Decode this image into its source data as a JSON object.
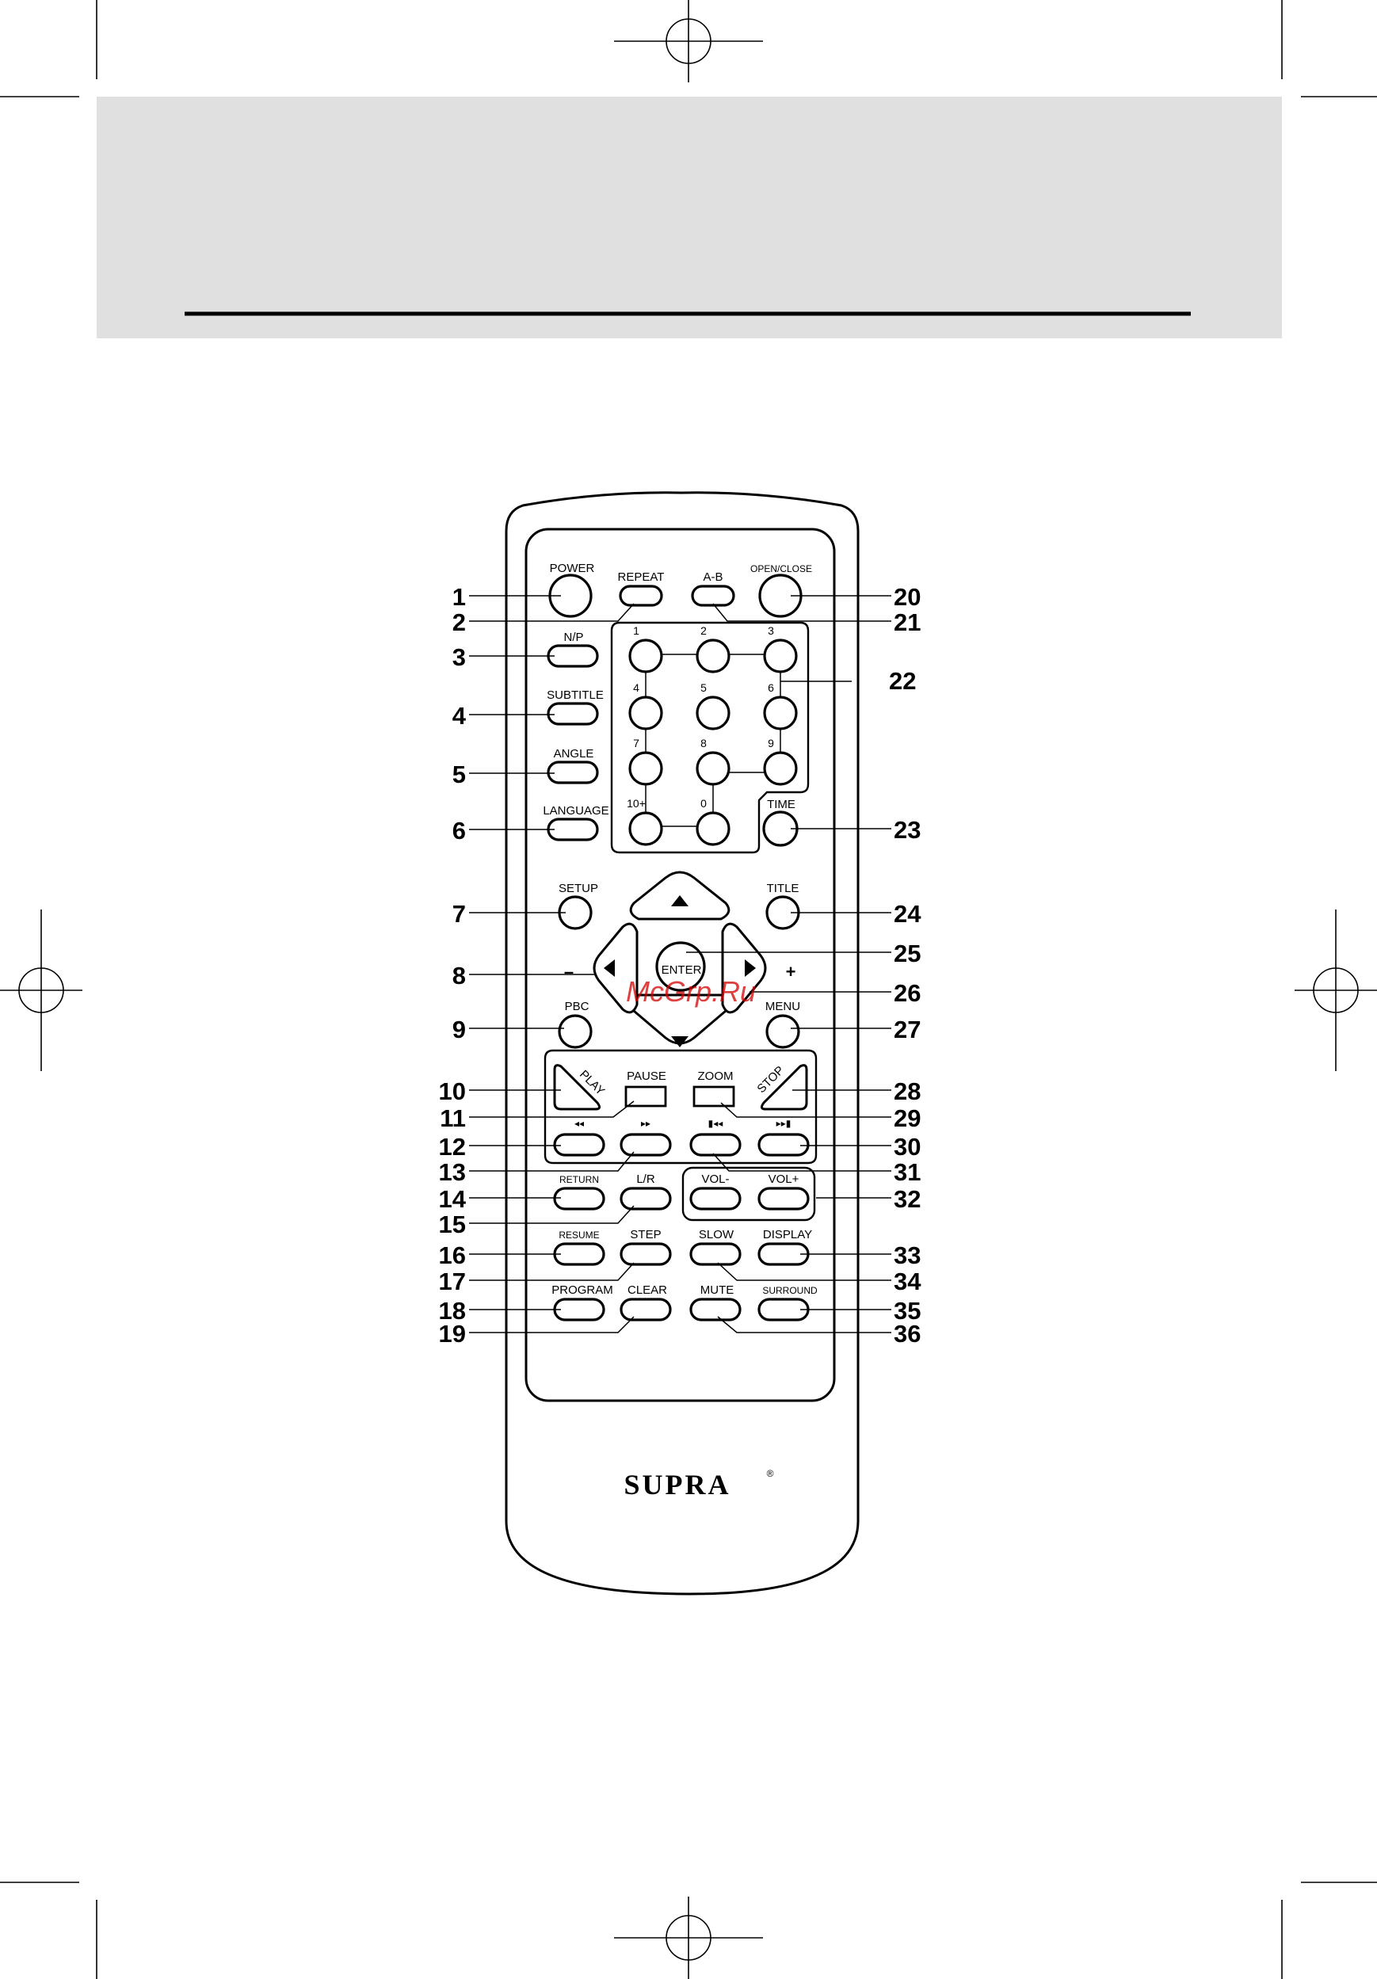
{
  "brand": "SUPRA",
  "brand_mark": "®",
  "watermark": "McGrp.Ru",
  "minus_sign": "–",
  "plus_sign": "+",
  "button_labels": {
    "power": "POWER",
    "repeat": "REPEAT",
    "ab": "A-B",
    "open_close": "OPEN/CLOSE",
    "np": "N/P",
    "subtitle": "SUBTITLE",
    "angle": "ANGLE",
    "language": "LANGUAGE",
    "time": "TIME",
    "setup": "SETUP",
    "title": "TITLE",
    "enter": "ENTER",
    "pbc": "PBC",
    "menu": "MENU",
    "play": "PLAY",
    "pause": "PAUSE",
    "zoom": "ZOOM",
    "stop": "STOP",
    "rew": "◂◂",
    "ff": "▸▸",
    "prev": "▮◂◂",
    "next": "▸▸▮",
    "return": "RETURN",
    "lr": "L/R",
    "vol_minus": "VOL-",
    "vol_plus": "VOL+",
    "resume": "RESUME",
    "step": "STEP",
    "slow": "SLOW",
    "display": "DISPLAY",
    "program": "PROGRAM",
    "clear": "CLEAR",
    "mute": "MUTE",
    "surround": "SURROUND"
  },
  "digits": [
    "1",
    "2",
    "3",
    "4",
    "5",
    "6",
    "7",
    "8",
    "9",
    "10+",
    "0"
  ],
  "callouts": [
    "1",
    "2",
    "3",
    "4",
    "5",
    "6",
    "7",
    "8",
    "9",
    "10",
    "11",
    "12",
    "13",
    "14",
    "15",
    "16",
    "17",
    "18",
    "19",
    "20",
    "21",
    "22",
    "23",
    "24",
    "25",
    "26",
    "27",
    "28",
    "29",
    "30",
    "31",
    "32",
    "33",
    "34",
    "35",
    "36"
  ]
}
